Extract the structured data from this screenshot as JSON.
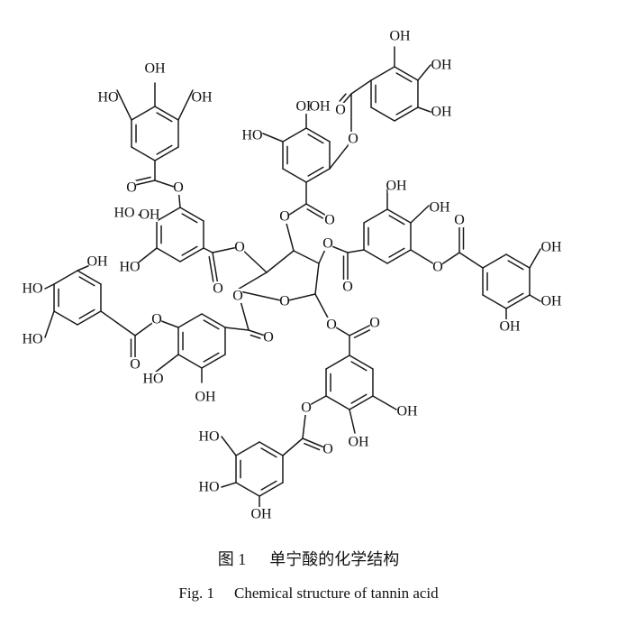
{
  "figure": {
    "atoms": {
      "hydroxyl": "OH",
      "hydroxyl_left": "HO",
      "oxygen": "O"
    }
  },
  "caption": {
    "cn_number": "图 1",
    "cn_title": "单宁酸的化学结构",
    "en_number": "Fig. 1",
    "en_title": "Chemical structure of tannin acid"
  }
}
